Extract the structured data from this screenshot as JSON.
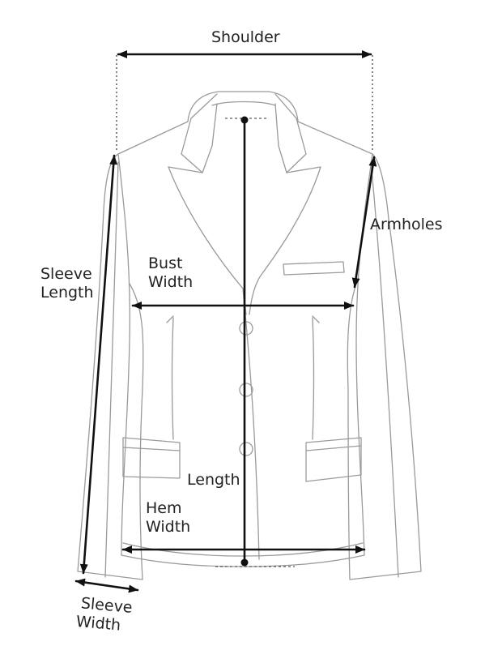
{
  "diagram": {
    "labels": {
      "shoulder": "Shoulder",
      "armholes": "Armholes",
      "sleeve_length_1": "Sleeve",
      "sleeve_length_2": "Length",
      "bust_width_1": "Bust",
      "bust_width_2": "Width",
      "length": "Length",
      "hem_width_1": "Hem",
      "hem_width_2": "Width",
      "sleeve_width_1": "Sleeve",
      "sleeve_width_2": "Width"
    },
    "colors": {
      "outline": "#9a9a9a",
      "measure": "#111111",
      "text": "#222222"
    }
  }
}
